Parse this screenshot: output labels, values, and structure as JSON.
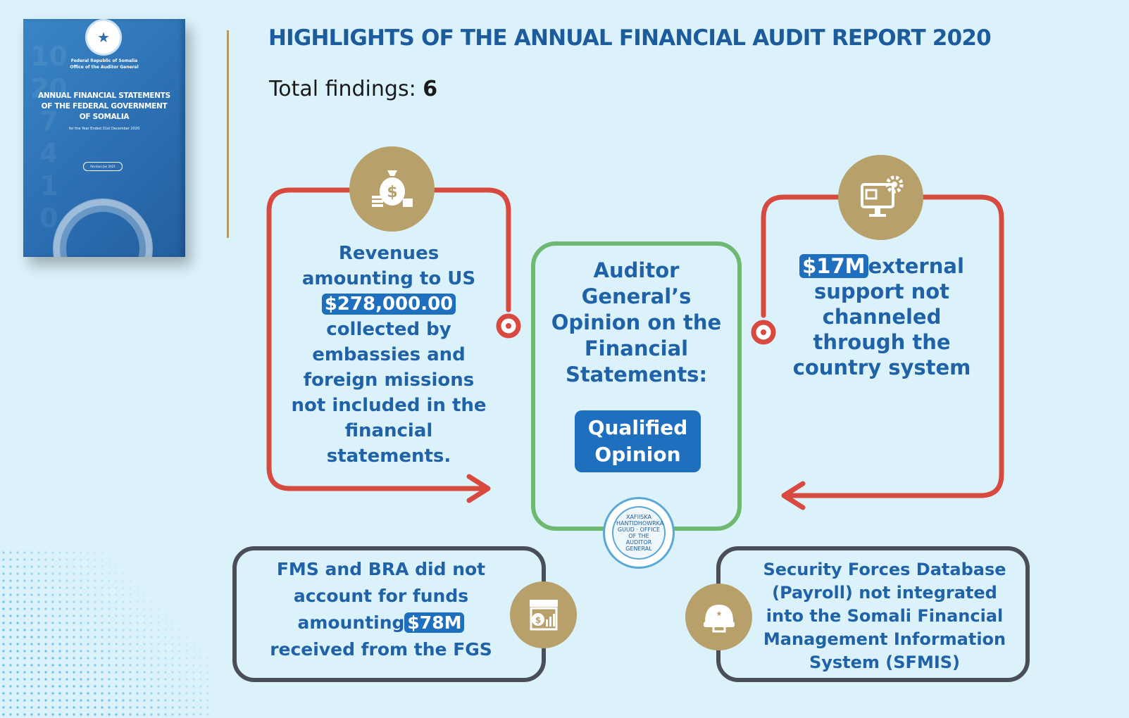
{
  "heading": "HIGHLIGHTS OF THE ANNUAL FINANCIAL AUDIT REPORT 2020",
  "total_findings": {
    "label": "Total findings:",
    "value": "6"
  },
  "cover": {
    "org_line1": "Federal Republic of Somalia",
    "org_line2": "Office of the Auditor General",
    "title": "ANNUAL FINANCIAL STATEMENTS OF THE FEDERAL GOVERNMENT OF SOMALIA",
    "subtitle": "for the Year Ended 31st December 2020",
    "pill": "Revision Jan 2021"
  },
  "card_revenues": {
    "line1": "Revenues",
    "line2": "amounting to US",
    "amount": "$278,000.00",
    "line3": "collected by",
    "line4": "embassies and",
    "line5": "foreign missions",
    "line6": "not included in the",
    "line7": "financial",
    "line8": "statements."
  },
  "card_opinion": {
    "line1": "Auditor",
    "line2": "General’s",
    "line3": "Opinion on the",
    "line4": "Financial",
    "line5": "Statements:",
    "badge_line1": "Qualified",
    "badge_line2": "Opinion",
    "emblem_text": "XAFIISKA HANTIDHOWRKA GUUD · OFFICE OF THE AUDITOR GENERAL"
  },
  "card_external": {
    "amount": "$17M",
    "line1": "external",
    "line2": "support not",
    "line3": "channeled",
    "line4": "through the",
    "line5": "country system"
  },
  "card_fms": {
    "line1": "FMS and BRA did not",
    "line2": "account for funds",
    "line3": "amounting",
    "amount": "$78M",
    "line4": "received from the FGS"
  },
  "card_security": {
    "line1": "Security Forces Database",
    "line2": "(Payroll) not integrated",
    "line3": "into the Somali Financial",
    "line4": "Management Information",
    "line5": "System (SFMIS)"
  },
  "icons": {
    "revenues": "money-bag-icon",
    "external": "computer-gear-icon",
    "fms": "shop-finance-icon",
    "security": "helmet-icon"
  },
  "colors": {
    "heading": "#1c5c9c",
    "text": "#1f62a8",
    "highlight": "#1f6fbf",
    "red_loop": "#d84a40",
    "green_frame": "#6fb872",
    "dark_frame": "#4a4e57",
    "gold": "#b7a06a",
    "background": "#dbf2fb"
  }
}
